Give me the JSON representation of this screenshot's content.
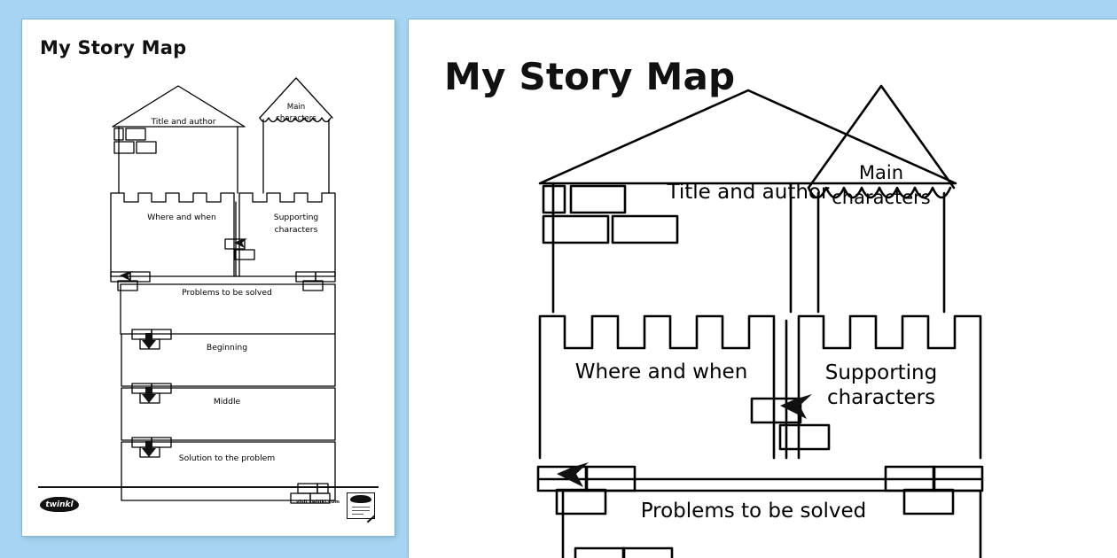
{
  "background_color": "#a6d4f2",
  "worksheet": {
    "title": "My Story Map",
    "labels": {
      "title_and_author": "Title and author",
      "main_characters_line1": "Main",
      "main_characters_line2": "characters",
      "where_and_when": "Where and when",
      "supporting_characters_line1": "Supporting",
      "supporting_characters_line2": "characters",
      "problems_to_be_solved": "Problems to be solved",
      "beginning": "Beginning",
      "middle": "Middle",
      "solution": "Solution to the problem"
    }
  },
  "footer": {
    "brand": "twinkl",
    "visit_text": "visit twinkl.com"
  },
  "panels": [
    {
      "name": "thumbnail-page",
      "scale": "small"
    },
    {
      "name": "enlarged-page",
      "scale": "large-cropped"
    }
  ]
}
